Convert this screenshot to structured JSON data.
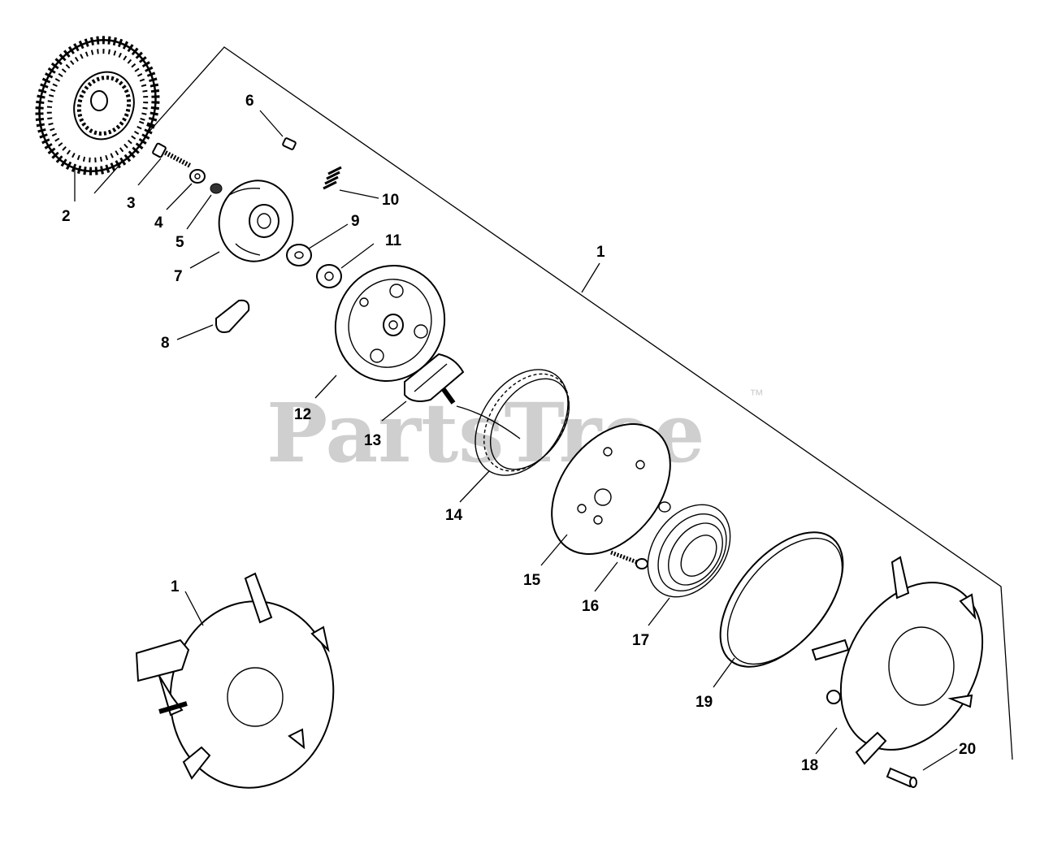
{
  "watermark": {
    "text": "PartsTree",
    "trademark": "™"
  },
  "callouts": [
    {
      "id": "c1a",
      "label": "1"
    },
    {
      "id": "c1b",
      "label": "1"
    },
    {
      "id": "c2",
      "label": "2"
    },
    {
      "id": "c3",
      "label": "3"
    },
    {
      "id": "c4",
      "label": "4"
    },
    {
      "id": "c5",
      "label": "5"
    },
    {
      "id": "c6",
      "label": "6"
    },
    {
      "id": "c7",
      "label": "7"
    },
    {
      "id": "c8",
      "label": "8"
    },
    {
      "id": "c9",
      "label": "9"
    },
    {
      "id": "c10",
      "label": "10"
    },
    {
      "id": "c11",
      "label": "11"
    },
    {
      "id": "c12",
      "label": "12"
    },
    {
      "id": "c13",
      "label": "13"
    },
    {
      "id": "c14",
      "label": "14"
    },
    {
      "id": "c15",
      "label": "15"
    },
    {
      "id": "c16",
      "label": "16"
    },
    {
      "id": "c17",
      "label": "17"
    },
    {
      "id": "c18",
      "label": "18"
    },
    {
      "id": "c19",
      "label": "19"
    },
    {
      "id": "c20",
      "label": "20"
    }
  ]
}
